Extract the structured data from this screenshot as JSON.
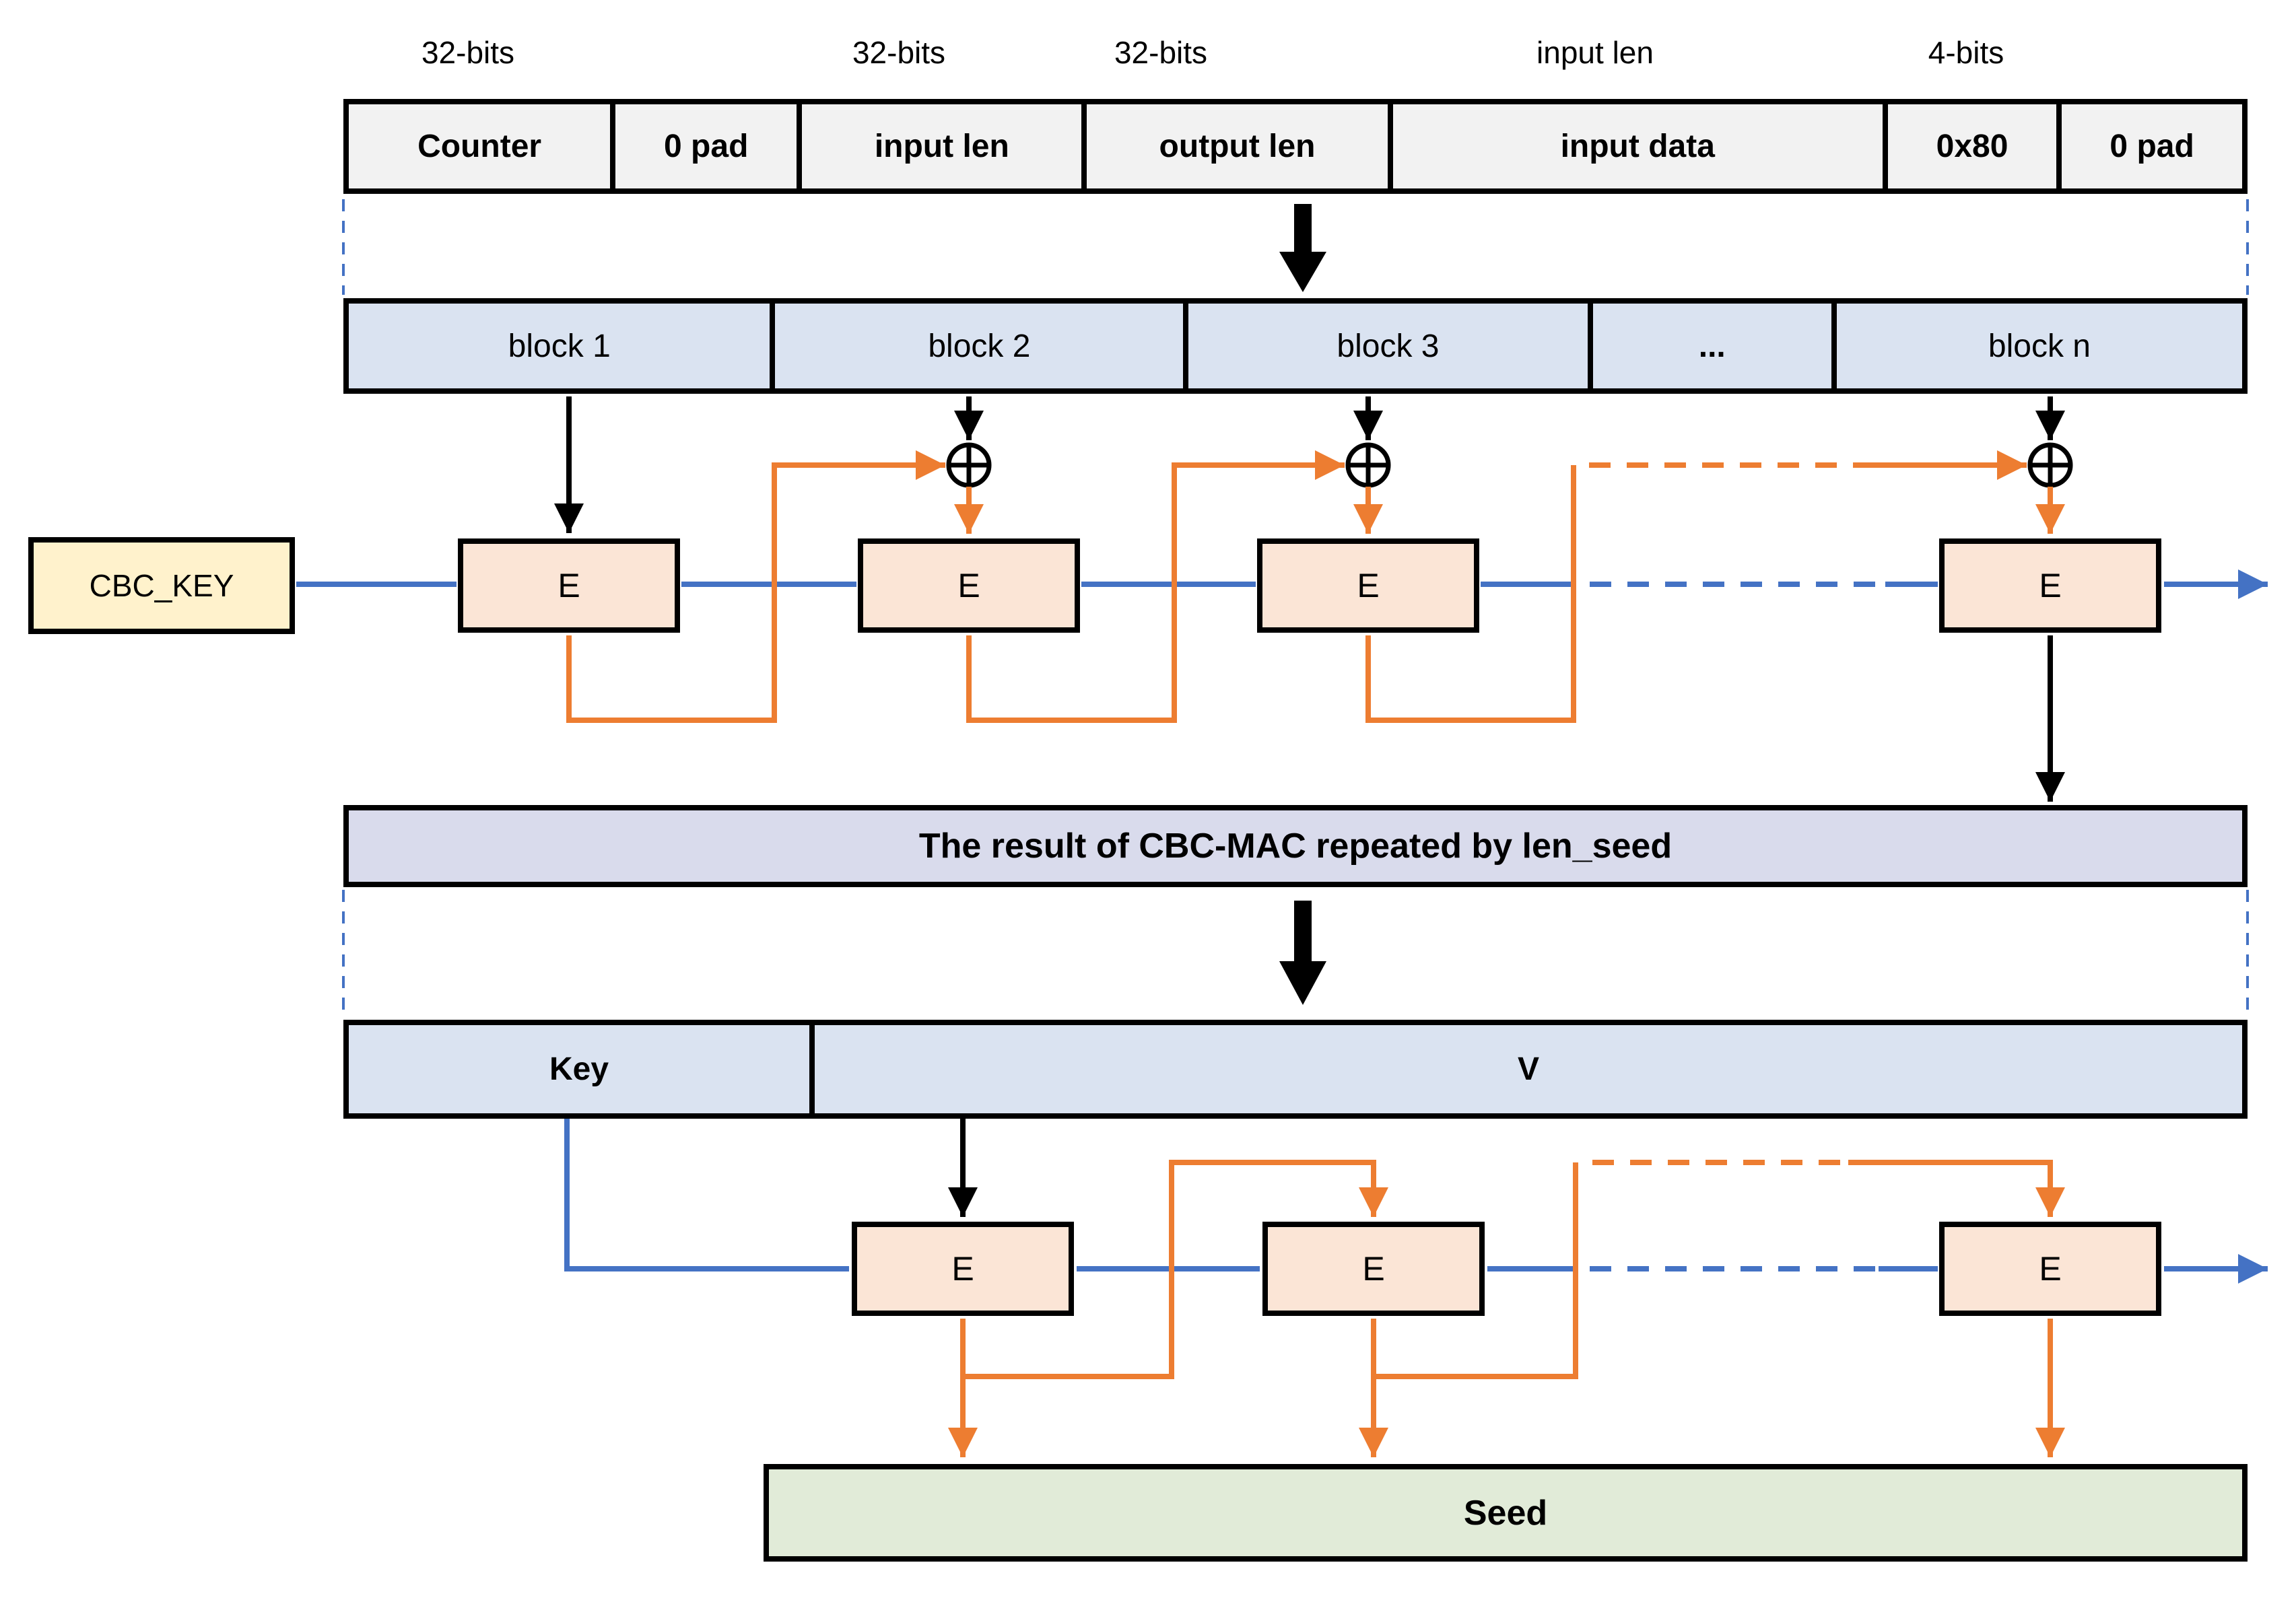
{
  "top": {
    "bit_labels": [
      "32-bits",
      "32-bits",
      "32-bits",
      "input len",
      "4-bits"
    ],
    "fields": [
      "Counter",
      "0 pad",
      "input len",
      "output len",
      "input data",
      "0x80",
      "0 pad"
    ]
  },
  "blocks": [
    "block 1",
    "block 2",
    "block 3",
    "...",
    "block n"
  ],
  "cbc_key_label": "CBC_KEY",
  "e_label": "E",
  "result_bar_label": "The result of CBC-MAC repeated by len_seed",
  "split_bar": {
    "key": "Key",
    "v": "V"
  },
  "seed_label": "Seed",
  "colors": {
    "field_fill": "#f2f2f2",
    "block_fill": "#dae3f1",
    "result_fill": "#d9dbec",
    "e_fill": "#fbe5d6",
    "cbc_key_fill": "#fff2cc",
    "seed_fill": "#e1ebd8",
    "wire_orange": "#ED7D31",
    "wire_blue": "#4472C4",
    "wire_black": "#000000"
  }
}
